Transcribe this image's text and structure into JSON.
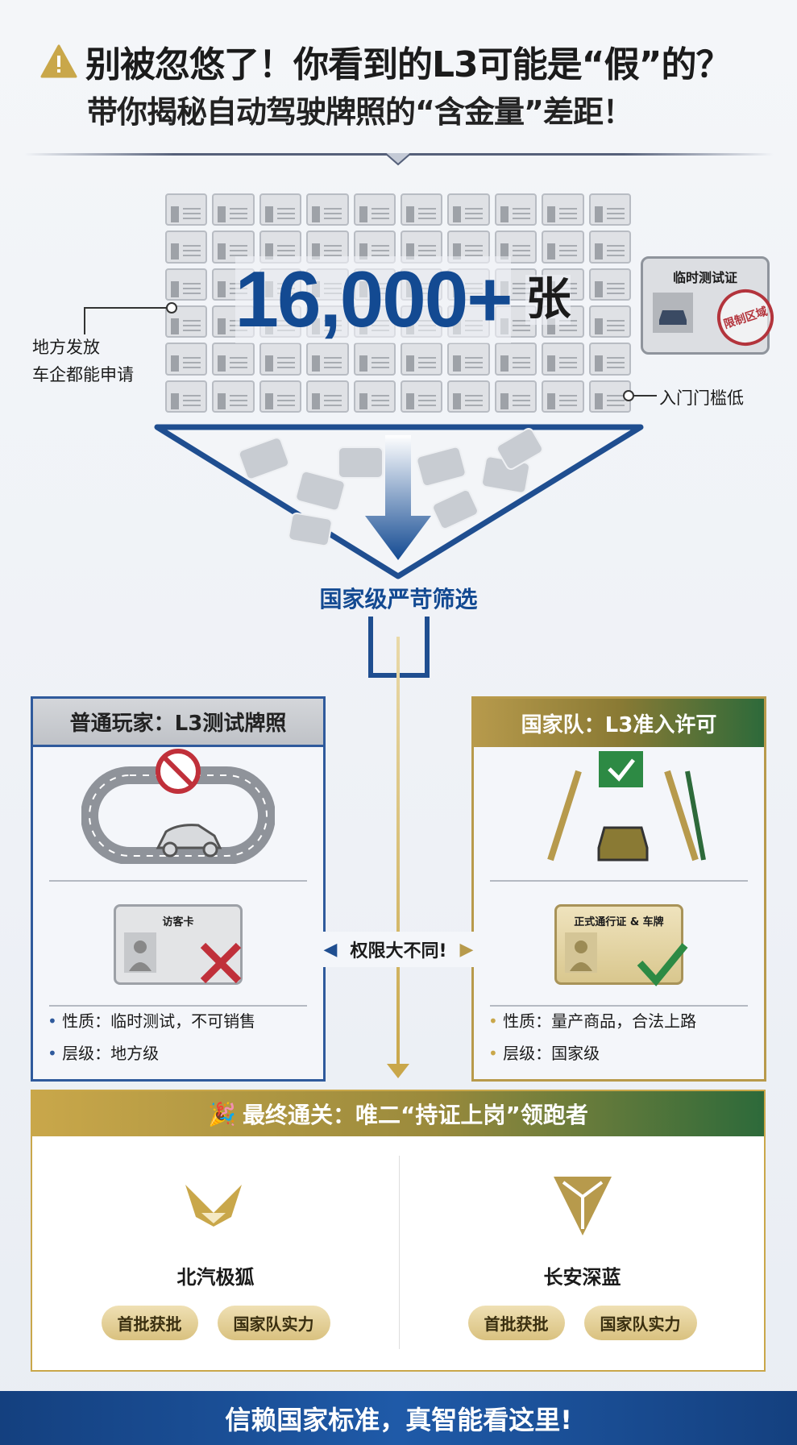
{
  "header": {
    "title": "别被忽悠了！你看到的L3可能是“假”的？",
    "subtitle": "带你揭秘自动驾驶牌照的“含金量”差距！",
    "warning_icon": "warning-triangle-icon"
  },
  "local": {
    "count": "16,000+",
    "unit": "张",
    "note_line1": "地方发放",
    "note_line2": "车企都能申请",
    "temp_card_title": "临时测试证",
    "stamp": "限制区域",
    "threshold": "入门门槛低"
  },
  "filter": {
    "label": "国家级严苛筛选"
  },
  "compare": {
    "center": "权限大不同!",
    "left": {
      "header": "普通玩家：L3测试牌照",
      "card_title": "访客卡",
      "bullets": [
        "性质：临时测试，不可销售",
        "层级：地方级"
      ]
    },
    "right": {
      "header": "国家队：L3准入许可",
      "card_title": "正式通行证 & 车牌",
      "bullets": [
        "性质：量产商品，合法上路",
        "层级：国家级"
      ]
    }
  },
  "final": {
    "header": "最终通关：唯二“持证上岗”领跑者",
    "brands": [
      {
        "name": "北汽极狐",
        "tags": [
          "首批获批",
          "国家队实力"
        ]
      },
      {
        "name": "长安深蓝",
        "tags": [
          "首批获批",
          "国家队实力"
        ]
      }
    ]
  },
  "footer": {
    "text": "信赖国家标准，真智能看这里!"
  },
  "colors": {
    "blue": "#134a92",
    "gold": "#c9a74a",
    "green": "#2d6a3a",
    "red": "#b3343c"
  }
}
